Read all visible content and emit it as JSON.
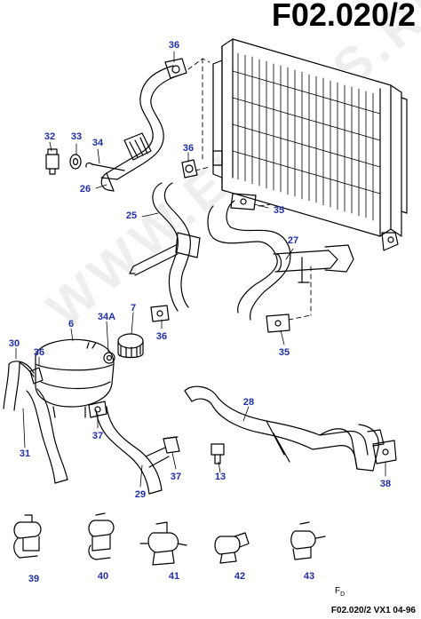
{
  "title": "F02.020/2",
  "footer": "F02.020/2 VX1 04-96",
  "fd_label": "F",
  "fd_sub": "D",
  "watermark": "WWW.ELCATS.RU",
  "colors": {
    "callout": "#1f2fa8",
    "line": "#000000"
  },
  "callouts": [
    {
      "id": "c36a",
      "label": "36"
    },
    {
      "id": "c32",
      "label": "32"
    },
    {
      "id": "c33",
      "label": "33"
    },
    {
      "id": "c34",
      "label": "34"
    },
    {
      "id": "c36b",
      "label": "36"
    },
    {
      "id": "c26",
      "label": "26"
    },
    {
      "id": "c35a",
      "label": "35"
    },
    {
      "id": "c25",
      "label": "25"
    },
    {
      "id": "c27",
      "label": "27"
    },
    {
      "id": "c6",
      "label": "6"
    },
    {
      "id": "c34a",
      "label": "34A"
    },
    {
      "id": "c7",
      "label": "7"
    },
    {
      "id": "c36c",
      "label": "36"
    },
    {
      "id": "c35b",
      "label": "35"
    },
    {
      "id": "c30",
      "label": "30"
    },
    {
      "id": "c36d",
      "label": "36"
    },
    {
      "id": "c31",
      "label": "31"
    },
    {
      "id": "c37a",
      "label": "37"
    },
    {
      "id": "c28",
      "label": "28"
    },
    {
      "id": "c29",
      "label": "29"
    },
    {
      "id": "c37b",
      "label": "37"
    },
    {
      "id": "c13",
      "label": "13"
    },
    {
      "id": "c38",
      "label": "38"
    },
    {
      "id": "c39",
      "label": "39"
    },
    {
      "id": "c40",
      "label": "40"
    },
    {
      "id": "c41",
      "label": "41"
    },
    {
      "id": "c42",
      "label": "42"
    },
    {
      "id": "c43",
      "label": "43"
    }
  ]
}
